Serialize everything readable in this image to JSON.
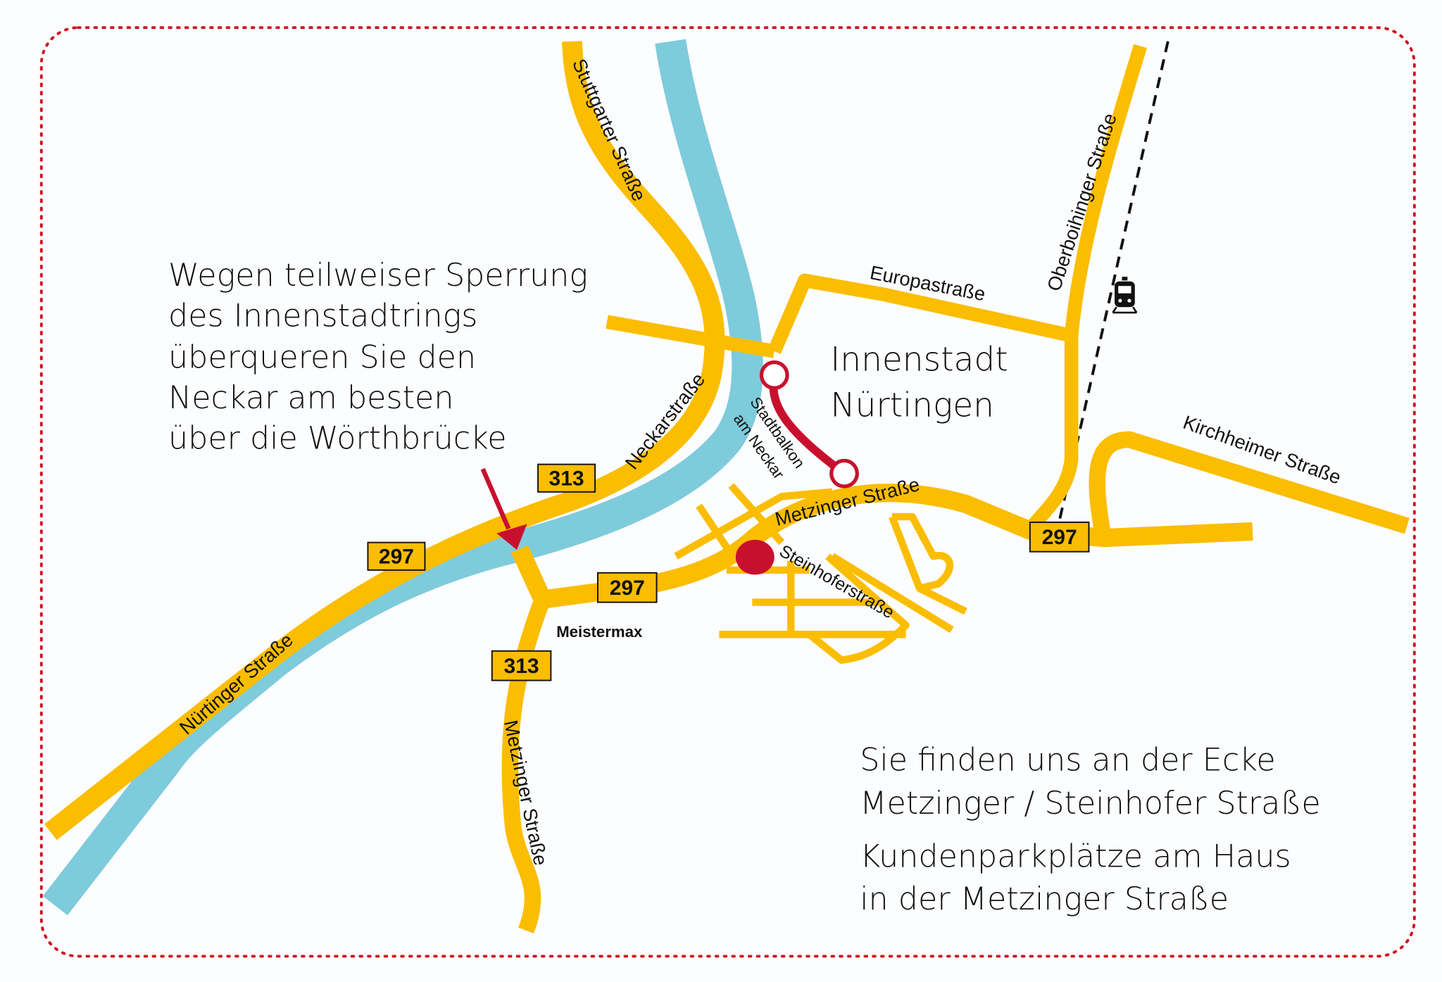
{
  "colors": {
    "road": "#fbbd00",
    "river": "#7ecbdc",
    "accent": "#c8102e",
    "border": "#d0101e"
  },
  "notice": {
    "lines": [
      "Wegen teilweiser Sperrung",
      "des Innenstadtrings",
      "überqueren Sie den",
      "Neckar am besten",
      "über die Wörthbrücke"
    ]
  },
  "district": {
    "line1": "Innenstadt",
    "line2": "Nürtingen"
  },
  "location": {
    "lines": [
      "Sie finden uns an der Ecke",
      "Metzinger / Steinhofer Straße",
      "Kundenparkplätze am Haus",
      "in der Metzinger Straße"
    ]
  },
  "streets": {
    "stuttgarter": "Stuttgarter Straße",
    "neckar": "Neckarstraße",
    "europa": "Europastraße",
    "oberboihinger": "Oberboihinger Straße",
    "kirchheimer": "Kirchheimer Straße",
    "metzinger_east": "Metzinger Straße",
    "steinhofer": "Steinhoferstraße",
    "nuertinger": "Nürtinger Straße",
    "metzinger_south": "Metzinger Straße",
    "stadtbalkon1": "Stadtbalkon",
    "stadtbalkon2": "am Neckar",
    "meistermax": "Meistermax"
  },
  "shields": [
    "313",
    "297",
    "297",
    "313",
    "297"
  ],
  "icons": {
    "train": "train-icon",
    "arrow": "red-arrow-icon",
    "store": "store-marker-icon"
  }
}
